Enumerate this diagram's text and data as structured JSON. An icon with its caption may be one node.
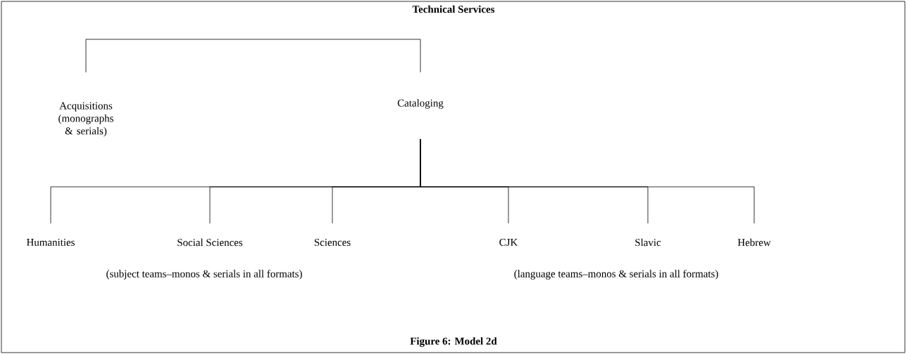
{
  "diagram": {
    "title": "Technical Services",
    "caption": "Figure 6: Model 2d",
    "nodes": [
      {
        "text": [
          "Acquisitions (monographs & serials)"
        ]
      },
      {
        "text": [
          "Cataloging"
        ]
      },
      {
        "text": [
          "Humanities"
        ]
      },
      {
        "text": [
          "Social  Sciences"
        ]
      },
      {
        "text": [
          "Sciences"
        ]
      },
      {
        "text": [
          "CJK"
        ]
      },
      {
        "text": [
          "Slavic"
        ]
      },
      {
        "text": [
          "Hebrew"
        ]
      }
    ],
    "edges": [
      {
        "from": 0,
        "to": 1,
        "arrow": "none"
      },
      {
        "from": 1,
        "to": 2,
        "arrow": "none"
      },
      {
        "from": 1,
        "to": 3,
        "arrow": "none"
      },
      {
        "from": 1,
        "to": 4,
        "arrow": "none"
      },
      {
        "from": 1,
        "to": 5,
        "arrow": "none"
      },
      {
        "from": 1,
        "to": 6,
        "arrow": "none"
      },
      {
        "from": 1,
        "to": 7,
        "arrow": "none"
      }
    ],
    "labels": [
      "(subject teams–monos & serials in all formats)",
      "(language teams–monos & serials in all formats)"
    ]
  }
}
